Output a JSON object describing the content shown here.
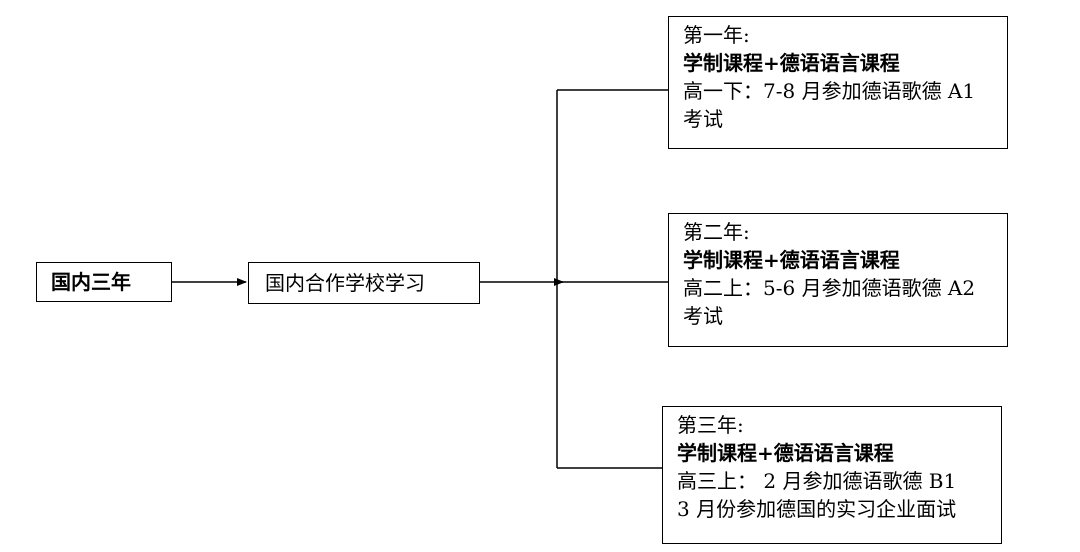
{
  "root": {
    "label": "国内三年"
  },
  "school": {
    "label": "国内合作学校学习"
  },
  "years": [
    {
      "title": "第一年:",
      "course": "学制课程+德语语言课程",
      "detail_line1": "高一下：7-8 月参加德语歌德 A1",
      "detail_line2": "考试"
    },
    {
      "title": "第二年:",
      "course": "学制课程+德语语言课程",
      "detail_line1": "高二上：5-6 月参加德语歌德 A2",
      "detail_line2": "考试"
    },
    {
      "title": "第三年:",
      "course": "学制课程+德语语言课程",
      "detail_line1": "高三上： 2 月参加德语歌德 B1",
      "detail_line2": "3 月份参加德国的实习企业面试"
    }
  ]
}
